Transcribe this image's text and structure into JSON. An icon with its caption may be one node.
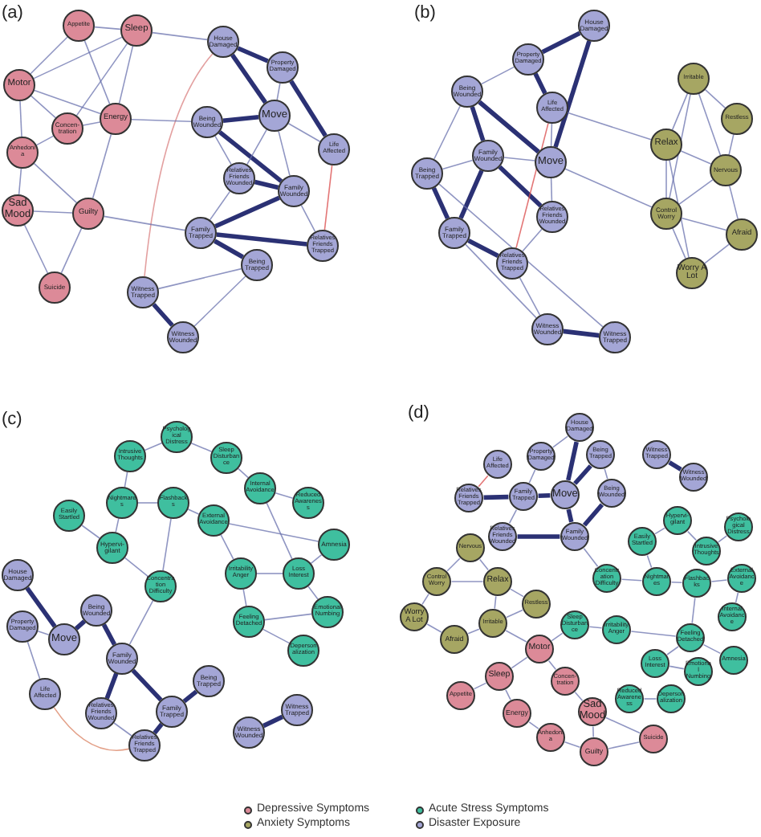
{
  "diagram": {
    "nodes": [
      {
        "text": [
          "Appetite"
        ]
      },
      {
        "text": [
          "Sleep"
        ]
      },
      {
        "text": [
          "Motor"
        ]
      },
      {
        "text": [
          "Concen-tration"
        ]
      },
      {
        "text": [
          "Energy"
        ]
      },
      {
        "text": [
          "Anhedonia"
        ]
      },
      {
        "text": [
          "Sad Mood"
        ]
      },
      {
        "text": [
          "Guilty"
        ]
      },
      {
        "text": [
          "Suicide"
        ]
      },
      {
        "text": [
          "House Damaged"
        ]
      },
      {
        "text": [
          "Property Damaged"
        ]
      },
      {
        "text": [
          "Being Wounded"
        ]
      },
      {
        "text": [
          "Move"
        ]
      },
      {
        "text": [
          "Life Affected"
        ]
      },
      {
        "text": [
          "Relatives Friends Wounded"
        ]
      },
      {
        "text": [
          "Family Wounded"
        ]
      },
      {
        "text": [
          "Family Trapped"
        ]
      },
      {
        "text": [
          "Relatives Friends Trapped"
        ]
      },
      {
        "text": [
          "Being Trapped"
        ]
      },
      {
        "text": [
          "Witness Trapped"
        ]
      },
      {
        "text": [
          "Witness Wounded"
        ]
      },
      {
        "text": [
          "House Damaged"
        ]
      },
      {
        "text": [
          "Property Damaged"
        ]
      },
      {
        "text": [
          "Being Wounded"
        ]
      },
      {
        "text": [
          "Life Affected"
        ]
      },
      {
        "text": [
          "Family Wounded"
        ]
      },
      {
        "text": [
          "Move"
        ]
      },
      {
        "text": [
          "Being Trapped"
        ]
      },
      {
        "text": [
          "Relatives Friends Wounded"
        ]
      },
      {
        "text": [
          "Family Trapped"
        ]
      },
      {
        "text": [
          "Relatives Friends Trapped"
        ]
      },
      {
        "text": [
          "Witness Wounded"
        ]
      },
      {
        "text": [
          "Witness Trapped"
        ]
      },
      {
        "text": [
          "Irritable"
        ]
      },
      {
        "text": [
          "Restless"
        ]
      },
      {
        "text": [
          "Relax"
        ]
      },
      {
        "text": [
          "Nervous"
        ]
      },
      {
        "text": [
          "Control Worry"
        ]
      },
      {
        "text": [
          "Afraid"
        ]
      },
      {
        "text": [
          "Worry A Lot"
        ]
      },
      {
        "text": [
          "Psychological Distress"
        ]
      },
      {
        "text": [
          "Intrusive Thoughts"
        ]
      },
      {
        "text": [
          "Sleep Disturbance"
        ]
      },
      {
        "text": [
          "Internal Avoidance"
        ]
      },
      {
        "text": [
          "Reduced Awareness"
        ]
      },
      {
        "text": [
          "Easily Startled"
        ]
      },
      {
        "text": [
          "Nightmares"
        ]
      },
      {
        "text": [
          "Flashbacks"
        ]
      },
      {
        "text": [
          "External Avoidance"
        ]
      },
      {
        "text": [
          "Amnesia"
        ]
      },
      {
        "text": [
          "Hypervi-gilant"
        ]
      },
      {
        "text": [
          "Concentration Difficulty"
        ]
      },
      {
        "text": [
          "Irritability Anger"
        ]
      },
      {
        "text": [
          "Loss Interest"
        ]
      },
      {
        "text": [
          "Emotional Numbing"
        ]
      },
      {
        "text": [
          "Feeling Detached"
        ]
      },
      {
        "text": [
          "Depersonalization"
        ]
      },
      {
        "text": [
          "House Damaged"
        ]
      },
      {
        "text": [
          "Property Damaged"
        ]
      },
      {
        "text": [
          "Move"
        ]
      },
      {
        "text": [
          "Being Wounded"
        ]
      },
      {
        "text": [
          "Family Wounded"
        ]
      },
      {
        "text": [
          "Life Affected"
        ]
      },
      {
        "text": [
          "Relatives Friends Wounded"
        ]
      },
      {
        "text": [
          "Family Trapped"
        ]
      },
      {
        "text": [
          "Being Trapped"
        ]
      },
      {
        "text": [
          "Relatives Friends Trapped"
        ]
      },
      {
        "text": [
          "Witness Wounded"
        ]
      },
      {
        "text": [
          "Witness Trapped"
        ]
      },
      {
        "text": [
          "House Damaged"
        ]
      },
      {
        "text": [
          "Property Damaged"
        ]
      },
      {
        "text": [
          "Being Trapped"
        ]
      },
      {
        "text": [
          "Life Affected"
        ]
      },
      {
        "text": [
          "Relatives Friends Trapped"
        ]
      },
      {
        "text": [
          "Family Trapped"
        ]
      },
      {
        "text": [
          "Move"
        ]
      },
      {
        "text": [
          "Being Wounded"
        ]
      },
      {
        "text": [
          "Relatives Friends Wounded"
        ]
      },
      {
        "text": [
          "Family Wounded"
        ]
      },
      {
        "text": [
          "Witness Trapped"
        ]
      },
      {
        "text": [
          "Witness Wounded"
        ]
      },
      {
        "text": [
          "Nervous"
        ]
      },
      {
        "text": [
          "Control Worry"
        ]
      },
      {
        "text": [
          "Relax"
        ]
      },
      {
        "text": [
          "Restless"
        ]
      },
      {
        "text": [
          "Worry A Lot"
        ]
      },
      {
        "text": [
          "Irritable"
        ]
      },
      {
        "text": [
          "Afraid"
        ]
      },
      {
        "text": [
          "Easily Startled"
        ]
      },
      {
        "text": [
          "Hypervi-gilant"
        ]
      },
      {
        "text": [
          "Intrusive Thoughts"
        ]
      },
      {
        "text": [
          "Psychological Distress"
        ]
      },
      {
        "text": [
          "Concentration Difficulty"
        ]
      },
      {
        "text": [
          "Nightmares"
        ]
      },
      {
        "text": [
          "Flashbacks"
        ]
      },
      {
        "text": [
          "External Avoidance"
        ]
      },
      {
        "text": [
          "Internal Avoidance"
        ]
      },
      {
        "text": [
          "Sleep Disturbance"
        ]
      },
      {
        "text": [
          "Irritability Anger"
        ]
      },
      {
        "text": [
          "Feeling Detached"
        ]
      },
      {
        "text": [
          "Amnesia"
        ]
      },
      {
        "text": [
          "Loss Interest"
        ]
      },
      {
        "text": [
          "Emotional Numbing"
        ]
      },
      {
        "text": [
          "Reduced Awareness"
        ]
      },
      {
        "text": [
          "Depersonalization"
        ]
      },
      {
        "text": [
          "Motor"
        ]
      },
      {
        "text": [
          "Sleep"
        ]
      },
      {
        "text": [
          "Concen-tration"
        ]
      },
      {
        "text": [
          "Appetite"
        ]
      },
      {
        "text": [
          "Energy"
        ]
      },
      {
        "text": [
          "Sad Mood"
        ]
      },
      {
        "text": [
          "Anhedonia"
        ]
      },
      {
        "text": [
          "Guilty"
        ]
      },
      {
        "text": [
          "Suicide"
        ]
      }
    ],
    "edges": [
      {
        "from": 9,
        "to": 12,
        "arrow": "none",
        "style": "thick"
      },
      {
        "from": 9,
        "to": 10,
        "arrow": "none",
        "style": "thick"
      },
      {
        "from": 10,
        "to": 13,
        "arrow": "none",
        "style": "thick"
      },
      {
        "from": 11,
        "to": 12,
        "arrow": "none",
        "style": "thick"
      },
      {
        "from": 11,
        "to": 15,
        "arrow": "none",
        "style": "thick"
      },
      {
        "from": 12,
        "to": 15,
        "arrow": "none"
      },
      {
        "from": 14,
        "to": 15,
        "arrow": "none",
        "style": "thick"
      },
      {
        "from": 16,
        "to": 18,
        "arrow": "none",
        "style": "thick"
      },
      {
        "from": 16,
        "to": 15,
        "arrow": "none",
        "style": "thick"
      },
      {
        "from": 16,
        "to": 17,
        "arrow": "none",
        "style": "thick"
      },
      {
        "from": 19,
        "to": 20,
        "arrow": "none",
        "style": "thick"
      },
      {
        "from": 13,
        "to": 17,
        "arrow": "none",
        "color": "#d94848"
      },
      {
        "from": 9,
        "to": 19,
        "arrow": "none",
        "color": "#d98080"
      },
      {
        "from": 12,
        "to": 10,
        "arrow": "none"
      },
      {
        "from": 12,
        "to": 13,
        "arrow": "none"
      },
      {
        "from": 12,
        "to": 14,
        "arrow": "none"
      },
      {
        "from": 15,
        "to": 17,
        "arrow": "none"
      },
      {
        "from": 14,
        "to": 16,
        "arrow": "none"
      },
      {
        "from": 11,
        "to": 14,
        "arrow": "none"
      },
      {
        "from": 20,
        "to": 18,
        "arrow": "none"
      },
      {
        "from": 19,
        "to": 18,
        "arrow": "none"
      },
      {
        "from": 1,
        "to": 9,
        "arrow": "none"
      },
      {
        "from": 4,
        "to": 11,
        "arrow": "none"
      },
      {
        "from": 7,
        "to": 16,
        "arrow": "none"
      },
      {
        "from": 0,
        "to": 1,
        "arrow": "none"
      },
      {
        "from": 0,
        "to": 2,
        "arrow": "none"
      },
      {
        "from": 2,
        "to": 3,
        "arrow": "none"
      },
      {
        "from": 2,
        "to": 4,
        "arrow": "none"
      },
      {
        "from": 1,
        "to": 4,
        "arrow": "none"
      },
      {
        "from": 1,
        "to": 3,
        "arrow": "none"
      },
      {
        "from": 3,
        "to": 5,
        "arrow": "none"
      },
      {
        "from": 5,
        "to": 6,
        "arrow": "none"
      },
      {
        "from": 6,
        "to": 7,
        "arrow": "none"
      },
      {
        "from": 7,
        "to": 8,
        "arrow": "none"
      },
      {
        "from": 6,
        "to": 8,
        "arrow": "none"
      },
      {
        "from": 3,
        "to": 4,
        "arrow": "none"
      },
      {
        "from": 2,
        "to": 5,
        "arrow": "none"
      },
      {
        "from": 4,
        "to": 7,
        "arrow": "none"
      },
      {
        "from": 5,
        "to": 7,
        "arrow": "none"
      },
      {
        "from": 0,
        "to": 4,
        "arrow": "none"
      },
      {
        "from": 1,
        "to": 2,
        "arrow": "none"
      },
      {
        "from": 21,
        "to": 26,
        "arrow": "none",
        "style": "thick"
      },
      {
        "from": 21,
        "to": 22,
        "arrow": "none",
        "style": "thick"
      },
      {
        "from": 22,
        "to": 24,
        "arrow": "none",
        "style": "thick"
      },
      {
        "from": 23,
        "to": 25,
        "arrow": "none",
        "style": "thick"
      },
      {
        "from": 23,
        "to": 26,
        "arrow": "none",
        "style": "thick"
      },
      {
        "from": 25,
        "to": 29,
        "arrow": "none",
        "style": "thick"
      },
      {
        "from": 27,
        "to": 29,
        "arrow": "none",
        "style": "thick"
      },
      {
        "from": 25,
        "to": 28,
        "arrow": "none",
        "style": "thick"
      },
      {
        "from": 29,
        "to": 30,
        "arrow": "none",
        "style": "thick"
      },
      {
        "from": 31,
        "to": 32,
        "arrow": "none",
        "style": "thick"
      },
      {
        "from": 24,
        "to": 30,
        "arrow": "none",
        "color": "#d94848"
      },
      {
        "from": 22,
        "to": 23,
        "arrow": "none"
      },
      {
        "from": 24,
        "to": 26,
        "arrow": "none"
      },
      {
        "from": 26,
        "to": 28,
        "arrow": "none"
      },
      {
        "from": 28,
        "to": 30,
        "arrow": "none"
      },
      {
        "from": 25,
        "to": 26,
        "arrow": "none"
      },
      {
        "from": 27,
        "to": 23,
        "arrow": "none"
      },
      {
        "from": 27,
        "to": 25,
        "arrow": "none"
      },
      {
        "from": 24,
        "to": 35,
        "arrow": "none"
      },
      {
        "from": 26,
        "to": 37,
        "arrow": "none"
      },
      {
        "from": 30,
        "to": 31,
        "arrow": "none"
      },
      {
        "from": 29,
        "to": 31,
        "arrow": "none"
      },
      {
        "from": 27,
        "to": 32,
        "arrow": "none"
      },
      {
        "from": 33,
        "to": 35,
        "arrow": "none"
      },
      {
        "from": 33,
        "to": 34,
        "arrow": "none"
      },
      {
        "from": 33,
        "to": 36,
        "arrow": "none"
      },
      {
        "from": 34,
        "to": 36,
        "arrow": "none"
      },
      {
        "from": 35,
        "to": 36,
        "arrow": "none"
      },
      {
        "from": 35,
        "to": 37,
        "arrow": "none"
      },
      {
        "from": 36,
        "to": 37,
        "arrow": "none"
      },
      {
        "from": 36,
        "to": 38,
        "arrow": "none"
      },
      {
        "from": 37,
        "to": 38,
        "arrow": "none"
      },
      {
        "from": 37,
        "to": 39,
        "arrow": "none"
      },
      {
        "from": 38,
        "to": 39,
        "arrow": "none"
      },
      {
        "from": 35,
        "to": 39,
        "arrow": "none"
      },
      {
        "from": 33,
        "to": 37,
        "arrow": "none"
      },
      {
        "from": 57,
        "to": 59,
        "arrow": "none",
        "style": "thick"
      },
      {
        "from": 58,
        "to": 59,
        "arrow": "none"
      },
      {
        "from": 59,
        "to": 60,
        "arrow": "none",
        "style": "thick"
      },
      {
        "from": 60,
        "to": 61,
        "arrow": "none",
        "style": "thick"
      },
      {
        "from": 61,
        "to": 64,
        "arrow": "none",
        "style": "thick"
      },
      {
        "from": 61,
        "to": 63,
        "arrow": "none",
        "style": "thick"
      },
      {
        "from": 63,
        "to": 66,
        "arrow": "none"
      },
      {
        "from": 64,
        "to": 65,
        "arrow": "none",
        "style": "thick"
      },
      {
        "from": 64,
        "to": 66,
        "arrow": "none",
        "style": "thick"
      },
      {
        "from": 67,
        "to": 68,
        "arrow": "none",
        "style": "thick"
      },
      {
        "from": 62,
        "to": 66,
        "arrow": "none",
        "color": "#d98060"
      },
      {
        "from": 58,
        "to": 62,
        "arrow": "none"
      },
      {
        "from": 51,
        "to": 61,
        "arrow": "none"
      },
      {
        "from": 45,
        "to": 50,
        "arrow": "none"
      },
      {
        "from": 46,
        "to": 50,
        "arrow": "none"
      },
      {
        "from": 41,
        "to": 46,
        "arrow": "none"
      },
      {
        "from": 41,
        "to": 40,
        "arrow": "none"
      },
      {
        "from": 40,
        "to": 42,
        "arrow": "none"
      },
      {
        "from": 42,
        "to": 43,
        "arrow": "none"
      },
      {
        "from": 43,
        "to": 44,
        "arrow": "none"
      },
      {
        "from": 46,
        "to": 47,
        "arrow": "none"
      },
      {
        "from": 47,
        "to": 48,
        "arrow": "none"
      },
      {
        "from": 48,
        "to": 49,
        "arrow": "none"
      },
      {
        "from": 50,
        "to": 51,
        "arrow": "none"
      },
      {
        "from": 52,
        "to": 53,
        "arrow": "none"
      },
      {
        "from": 53,
        "to": 54,
        "arrow": "none"
      },
      {
        "from": 55,
        "to": 54,
        "arrow": "none"
      },
      {
        "from": 55,
        "to": 56,
        "arrow": "none"
      },
      {
        "from": 53,
        "to": 49,
        "arrow": "none"
      },
      {
        "from": 52,
        "to": 55,
        "arrow": "none"
      },
      {
        "from": 47,
        "to": 51,
        "arrow": "none"
      },
      {
        "from": 48,
        "to": 52,
        "arrow": "none"
      },
      {
        "from": 43,
        "to": 53,
        "arrow": "none"
      },
      {
        "from": 69,
        "to": 75,
        "arrow": "none",
        "style": "thick"
      },
      {
        "from": 69,
        "to": 70,
        "arrow": "none"
      },
      {
        "from": 70,
        "to": 74,
        "arrow": "none"
      },
      {
        "from": 74,
        "to": 75,
        "arrow": "none",
        "style": "thick"
      },
      {
        "from": 75,
        "to": 78,
        "arrow": "none",
        "style": "thick"
      },
      {
        "from": 76,
        "to": 78,
        "arrow": "none",
        "style": "thick"
      },
      {
        "from": 74,
        "to": 73,
        "arrow": "none",
        "style": "thick"
      },
      {
        "from": 77,
        "to": 78,
        "arrow": "none",
        "style": "thick"
      },
      {
        "from": 72,
        "to": 73,
        "arrow": "none",
        "color": "#d94848"
      },
      {
        "from": 75,
        "to": 71,
        "arrow": "none",
        "style": "thick"
      },
      {
        "from": 76,
        "to": 71,
        "arrow": "none"
      },
      {
        "from": 79,
        "to": 80,
        "arrow": "none",
        "style": "thick"
      },
      {
        "from": 74,
        "to": 77,
        "arrow": "none"
      },
      {
        "from": 81,
        "to": 82,
        "arrow": "none"
      },
      {
        "from": 81,
        "to": 83,
        "arrow": "none"
      },
      {
        "from": 82,
        "to": 83,
        "arrow": "none"
      },
      {
        "from": 83,
        "to": 84,
        "arrow": "none"
      },
      {
        "from": 82,
        "to": 85,
        "arrow": "none"
      },
      {
        "from": 85,
        "to": 87,
        "arrow": "none"
      },
      {
        "from": 86,
        "to": 87,
        "arrow": "none"
      },
      {
        "from": 83,
        "to": 86,
        "arrow": "none"
      },
      {
        "from": 84,
        "to": 86,
        "arrow": "none"
      },
      {
        "from": 86,
        "to": 105,
        "arrow": "none"
      },
      {
        "from": 88,
        "to": 89,
        "arrow": "none"
      },
      {
        "from": 89,
        "to": 90,
        "arrow": "none"
      },
      {
        "from": 90,
        "to": 91,
        "arrow": "none"
      },
      {
        "from": 88,
        "to": 93,
        "arrow": "none"
      },
      {
        "from": 93,
        "to": 94,
        "arrow": "none"
      },
      {
        "from": 94,
        "to": 95,
        "arrow": "none"
      },
      {
        "from": 95,
        "to": 96,
        "arrow": "none"
      },
      {
        "from": 92,
        "to": 93,
        "arrow": "none"
      },
      {
        "from": 97,
        "to": 98,
        "arrow": "none"
      },
      {
        "from": 98,
        "to": 99,
        "arrow": "none"
      },
      {
        "from": 99,
        "to": 100,
        "arrow": "none"
      },
      {
        "from": 101,
        "to": 102,
        "arrow": "none"
      },
      {
        "from": 99,
        "to": 101,
        "arrow": "none"
      },
      {
        "from": 103,
        "to": 104,
        "arrow": "none"
      },
      {
        "from": 94,
        "to": 99,
        "arrow": "none"
      },
      {
        "from": 105,
        "to": 106,
        "arrow": "none"
      },
      {
        "from": 105,
        "to": 107,
        "arrow": "none"
      },
      {
        "from": 106,
        "to": 108,
        "arrow": "none"
      },
      {
        "from": 106,
        "to": 109,
        "arrow": "none"
      },
      {
        "from": 107,
        "to": 110,
        "arrow": "none"
      },
      {
        "from": 109,
        "to": 111,
        "arrow": "none"
      },
      {
        "from": 110,
        "to": 112,
        "arrow": "none"
      },
      {
        "from": 111,
        "to": 112,
        "arrow": "none"
      },
      {
        "from": 112,
        "to": 113,
        "arrow": "none"
      },
      {
        "from": 110,
        "to": 113,
        "arrow": "none"
      },
      {
        "from": 92,
        "to": 78,
        "arrow": "none"
      },
      {
        "from": 97,
        "to": 105,
        "arrow": "none"
      }
    ],
    "labels": [
      "(a)",
      "(b)",
      "(c)",
      "(d)"
    ],
    "legend": [
      {
        "text": "Depressive Symptoms",
        "color": "#dc8a98"
      },
      {
        "text": "Anxiety Symptoms",
        "color": "#a6a663"
      },
      {
        "text": "Acute Stress Symptoms",
        "color": "#3fbf9f"
      },
      {
        "text": "Disaster Exposure",
        "color": "#a4a6d6"
      }
    ]
  }
}
